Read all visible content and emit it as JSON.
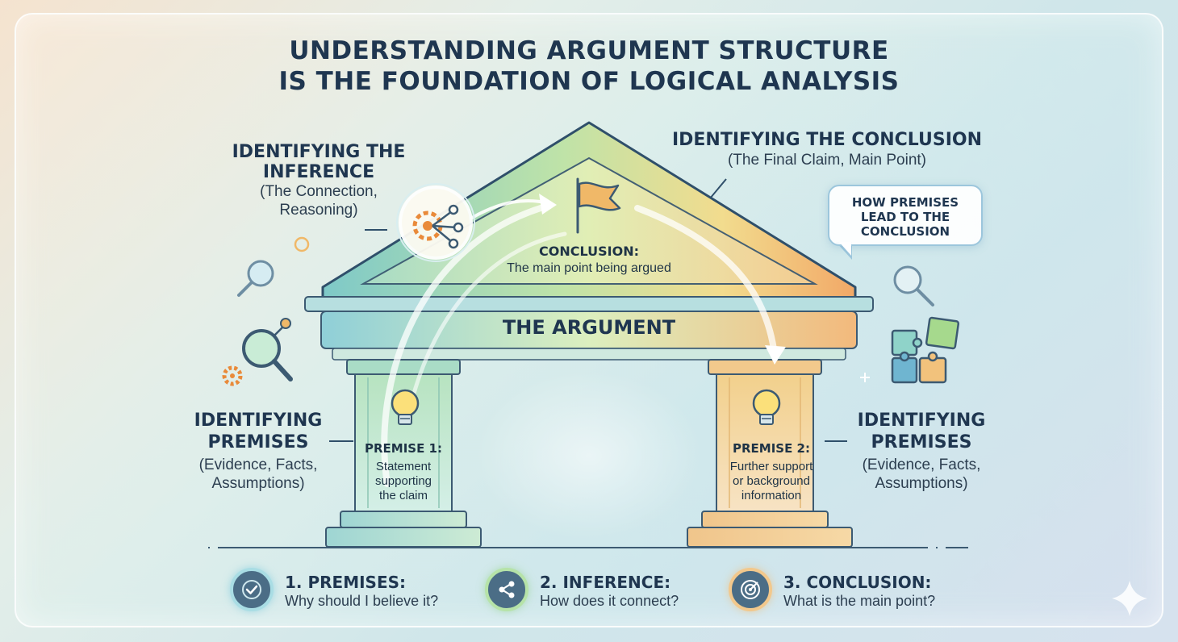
{
  "title": {
    "line1": "UNDERSTANDING ARGUMENT STRUCTURE",
    "line2": "IS THE FOUNDATION OF LOGICAL ANALYSIS"
  },
  "inference_label": {
    "heading1": "IDENTIFYING THE",
    "heading2": "INFERENCE",
    "sub1": "(The Connection,",
    "sub2": "Reasoning)"
  },
  "conclusion_label": {
    "heading": "IDENTIFYING THE CONCLUSION",
    "sub": "(The Final Claim, Main Point)"
  },
  "speech_bubble": {
    "line1": "HOW PREMISES",
    "line2": "LEAD TO THE",
    "line3": "CONCLUSION"
  },
  "roof": {
    "heading": "CONCLUSION:",
    "text": "The main point being argued"
  },
  "beam": {
    "label": "THE ARGUMENT"
  },
  "left_premises_label": {
    "heading1": "IDENTIFYING",
    "heading2": "PREMISES",
    "sub1": "(Evidence, Facts,",
    "sub2": "Assumptions)"
  },
  "right_premises_label": {
    "heading1": "IDENTIFYING",
    "heading2": "PREMISES",
    "sub1": "(Evidence, Facts,",
    "sub2": "Assumptions)"
  },
  "pillar_left": {
    "heading": "PREMISE 1:",
    "line1": "Statement",
    "line2": "supporting",
    "line3": "the claim"
  },
  "pillar_right": {
    "heading": "PREMISE 2:",
    "line1": "Further support",
    "line2": "or background",
    "line3": "information"
  },
  "legend": [
    {
      "title": "1. PREMISES:",
      "sub": "Why should I believe it?",
      "icon": "check-icon"
    },
    {
      "title": "2. INFERENCE:",
      "sub": "How does it connect?",
      "icon": "share-icon"
    },
    {
      "title": "3. CONCLUSION:",
      "sub": "What is the main point?",
      "icon": "target-icon"
    }
  ],
  "colors": {
    "title": "#1f3650",
    "roof_left": "#8fd3c9",
    "roof_right": "#f3b77a",
    "pillar_left": "#c9ecd0",
    "pillar_right": "#f4d7a5"
  }
}
